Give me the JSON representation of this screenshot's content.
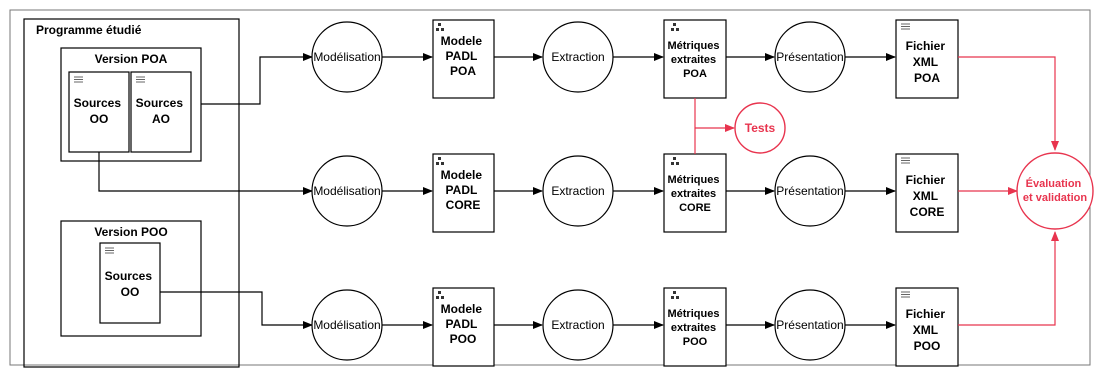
{
  "colors": {
    "black": "#000000",
    "accent": "#e8344e",
    "frame": "#777777"
  },
  "program": {
    "title": "Programme étudié"
  },
  "poa_group": {
    "title": "Version POA",
    "sources_oo": [
      "Sources",
      "OO"
    ],
    "sources_ao": [
      "Sources",
      "AO"
    ]
  },
  "poo_group": {
    "title": "Version POO",
    "sources_oo": [
      "Sources",
      "OO"
    ]
  },
  "rows": [
    {
      "modelisation": "Modélisation",
      "model": [
        "Modele",
        "PADL",
        "POA"
      ],
      "extraction": "Extraction",
      "metrics": [
        "Métriques",
        "extraites",
        "POA"
      ],
      "presentation": "Présentation",
      "file": [
        "Fichier",
        "XML",
        "POA"
      ]
    },
    {
      "modelisation": "Modélisation",
      "model": [
        "Modele",
        "PADL",
        "CORE"
      ],
      "extraction": "Extraction",
      "metrics": [
        "Métriques",
        "extraites",
        "CORE"
      ],
      "presentation": "Présentation",
      "file": [
        "Fichier",
        "XML",
        "CORE"
      ]
    },
    {
      "modelisation": "Modélisation",
      "model": [
        "Modele",
        "PADL",
        "POO"
      ],
      "extraction": "Extraction",
      "metrics": [
        "Métriques",
        "extraites",
        "POO"
      ],
      "presentation": "Présentation",
      "file": [
        "Fichier",
        "XML",
        "POO"
      ]
    }
  ],
  "tests": {
    "label": "Tests"
  },
  "evaluation": {
    "label": [
      "Évaluation",
      "et validation"
    ]
  }
}
